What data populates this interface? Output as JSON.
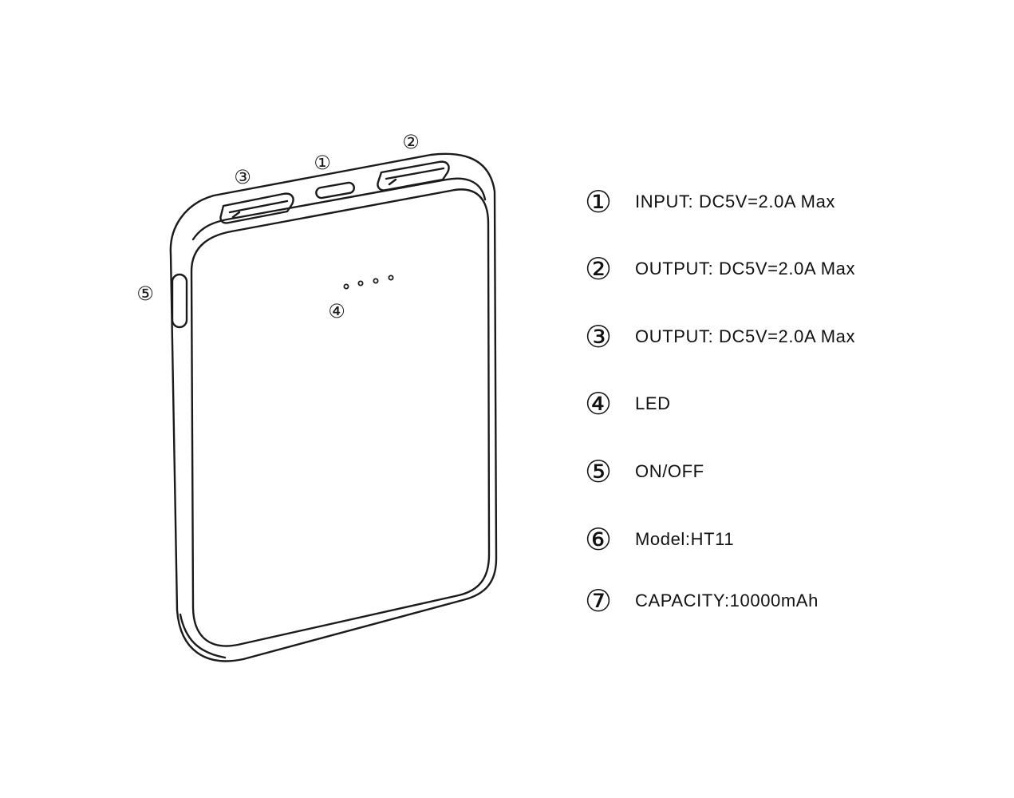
{
  "diagram": {
    "callouts": {
      "port_input": "①",
      "port_output_right": "②",
      "port_output_left": "③",
      "led": "④",
      "power_switch": "⑤"
    }
  },
  "legend": [
    {
      "number": "①",
      "text": "INPUT: DC5V=2.0A Max"
    },
    {
      "number": "②",
      "text": "OUTPUT: DC5V=2.0A Max"
    },
    {
      "number": "③",
      "text": "OUTPUT: DC5V=2.0A Max"
    },
    {
      "number": "④",
      "text": "LED"
    },
    {
      "number": "⑤",
      "text": "ON/OFF"
    },
    {
      "number": "⑥",
      "text": "Model:HT11"
    },
    {
      "number": "⑦",
      "text": "CAPACITY:10000mAh"
    }
  ]
}
